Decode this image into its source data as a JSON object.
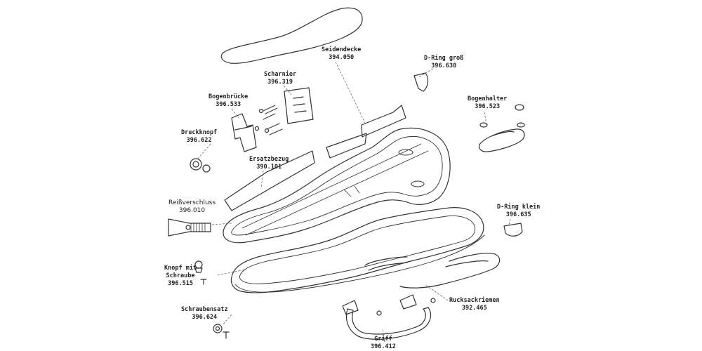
{
  "parts": {
    "seidendecke": {
      "name": "Seidendecke",
      "number": "394.050"
    },
    "d_ring_gross": {
      "name": "D-Ring groß",
      "number": "396.630"
    },
    "scharnier": {
      "name": "Scharnier",
      "number": "396.319"
    },
    "bogenbruecke": {
      "name": "Bogenbrücke",
      "number": "396.533"
    },
    "bogenhalter": {
      "name": "Bogenhalter",
      "number": "396.523"
    },
    "druckknopf": {
      "name": "Druckknopf",
      "number": "396.622"
    },
    "ersatzbezug": {
      "name": "Ersatzbezug",
      "number": "390.101"
    },
    "reissverschluss": {
      "name": "Reißverschluss",
      "number": "396.010"
    },
    "d_ring_klein": {
      "name": "D-Ring klein",
      "number": "396.635"
    },
    "knopf_mit_schraube": {
      "name_line1": "Knopf mit",
      "name_line2": "Schraube",
      "number": "396.515"
    },
    "rucksackriemen": {
      "name": "Rucksackriemen",
      "number": "392.465"
    },
    "schraubensatz": {
      "name": "Schraubensatz",
      "number": "396.624"
    },
    "griff": {
      "name": "Griff",
      "number": "396.412"
    }
  }
}
